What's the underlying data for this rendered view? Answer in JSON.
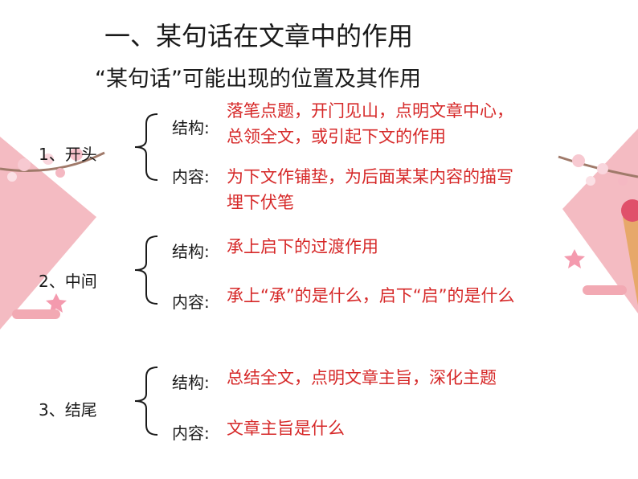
{
  "title": "一、某句话在文章中的作用",
  "subtitle": "“某句话”可能出现的位置及其作用",
  "colors": {
    "accent": "#d62828",
    "text": "#1a1a1a",
    "deco_pink": "#f2a9b3"
  },
  "sections": [
    {
      "label": "1、开头",
      "items": [
        {
          "label": "结构:",
          "lines": [
            "落笔点题，开门见山，点明文章中心，",
            "总领全文，或引起下文的作用"
          ]
        },
        {
          "label": "内容:",
          "lines": [
            "为下文作铺垫，为后面某某内容的描写",
            "埋下伏笔"
          ]
        }
      ]
    },
    {
      "label": "2、中间",
      "items": [
        {
          "label": "结构:",
          "lines": [
            "承上启下的过渡作用"
          ]
        },
        {
          "label": "内容:",
          "lines": [
            "承上“承”的是什么，启下“启”的是什么"
          ]
        }
      ]
    },
    {
      "label": "3、结尾",
      "items": [
        {
          "label": "结构:",
          "lines": [
            "总结全文，点明文章主旨，深化主题"
          ]
        },
        {
          "label": "内容:",
          "lines": [
            "文章主旨是什么"
          ]
        }
      ]
    }
  ]
}
